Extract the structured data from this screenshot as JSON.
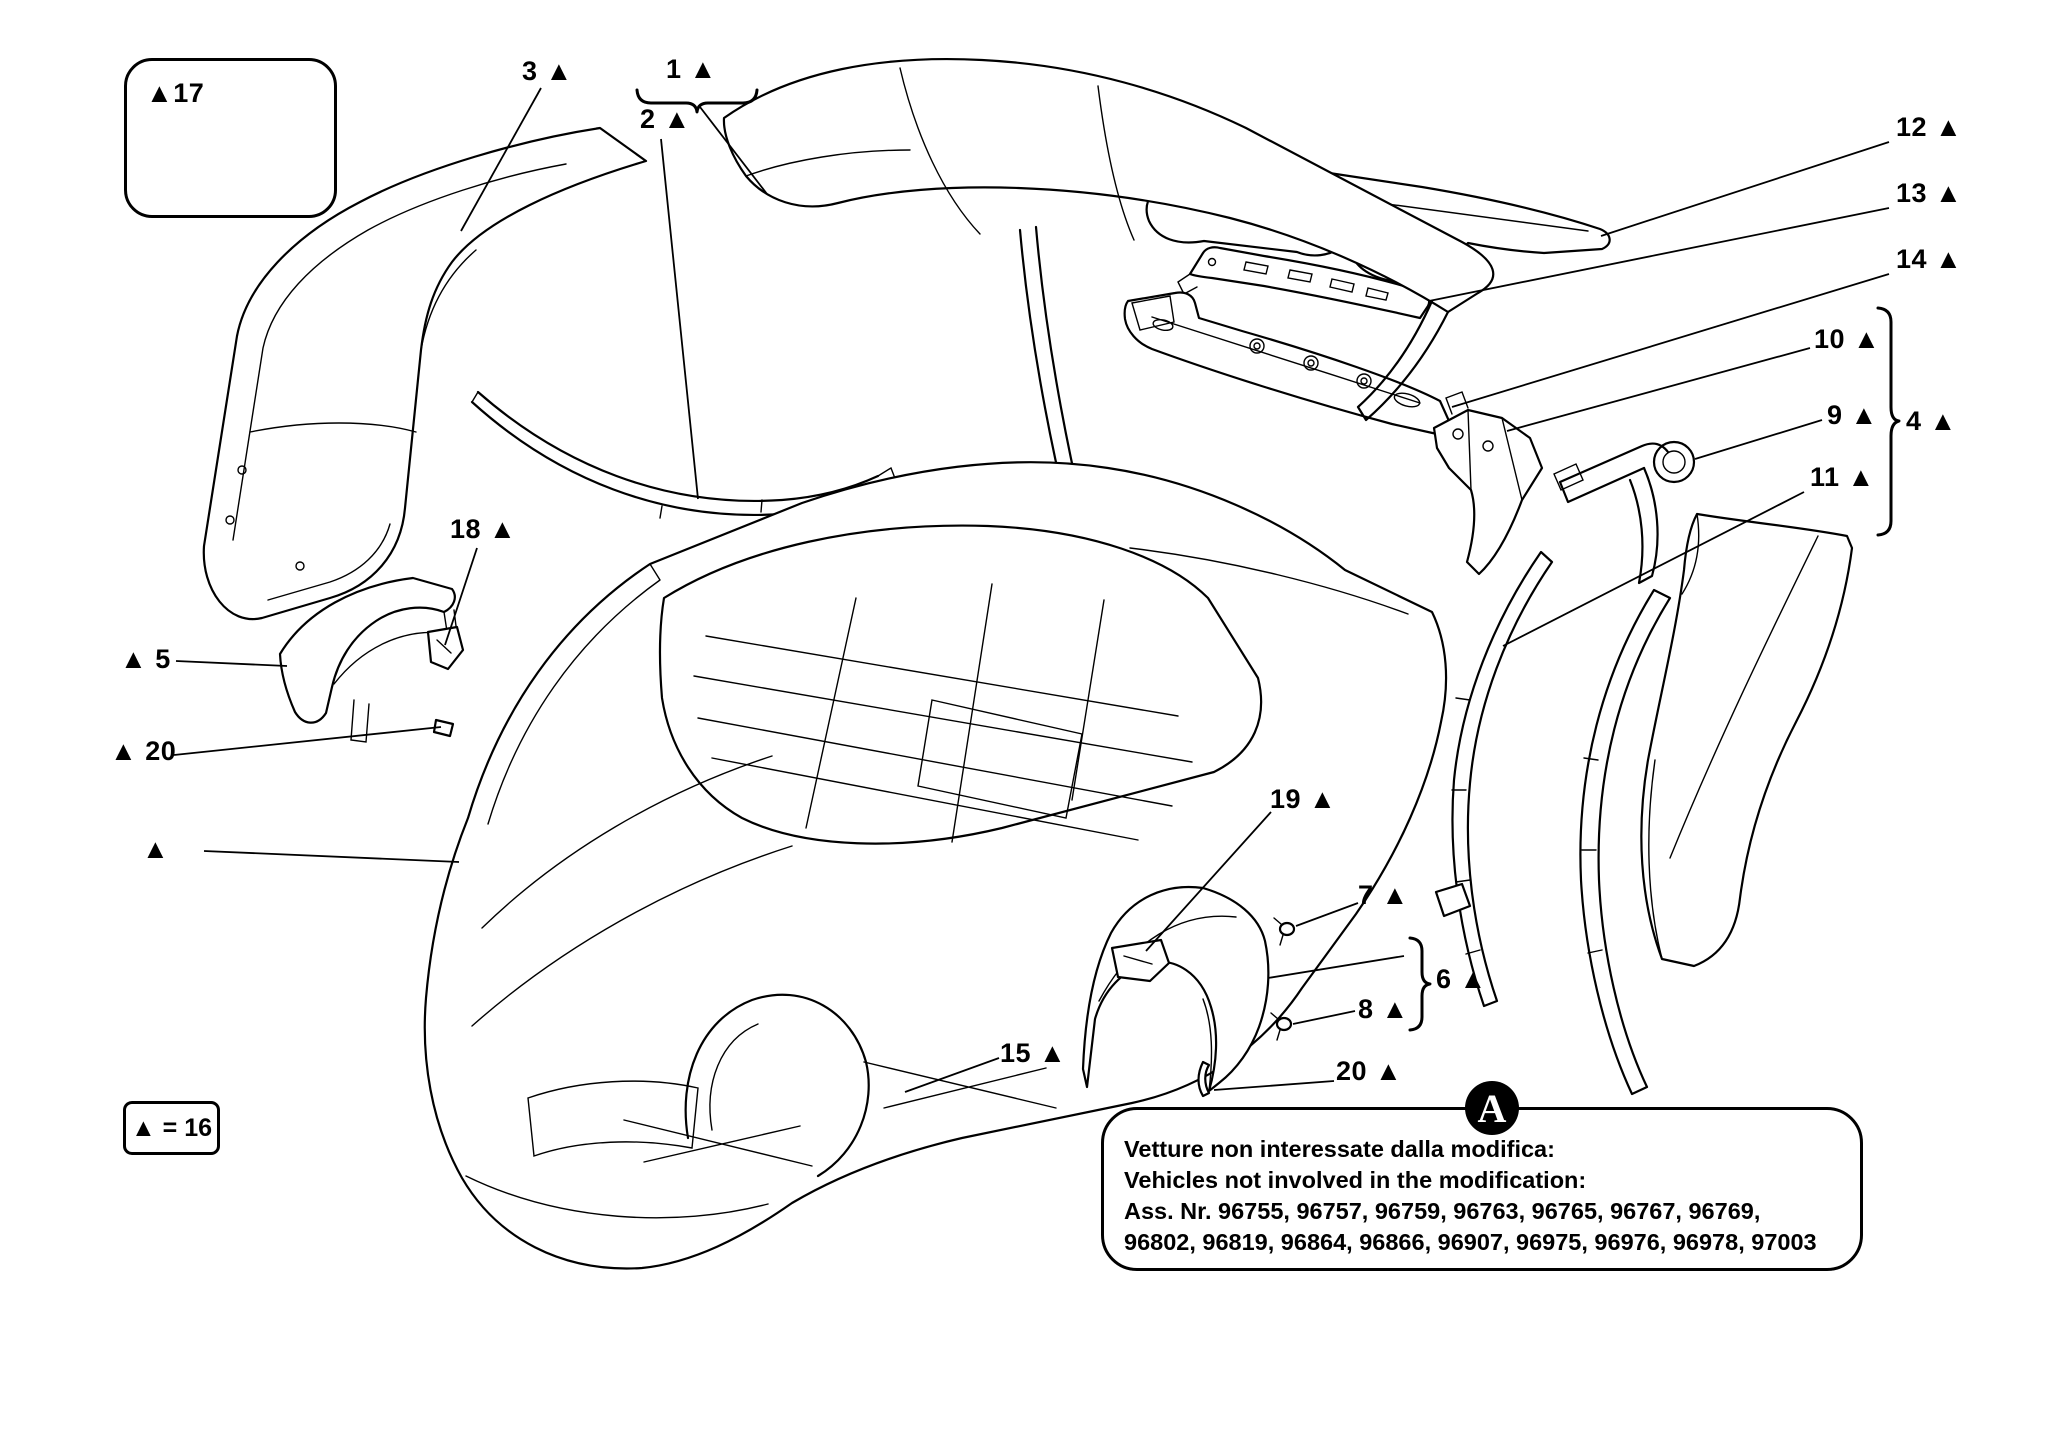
{
  "diagram": {
    "type": "exploded-parts-diagram",
    "subject": "bodywork - body shell and external trim",
    "marker_glyph": "▲",
    "inset": {
      "label": "▲17"
    },
    "legend": {
      "text": "▲ = 16"
    },
    "note_box": {
      "badge": "A",
      "lines": [
        "Vetture non interessate dalla modifica:",
        "Vehicles not involved in the modification:",
        "Ass. Nr. 96755, 96757, 96759, 96763, 96765, 96767, 96769,",
        "96802, 96819, 96864, 96866, 96907, 96975, 96976, 96978, 97003"
      ]
    },
    "callouts": [
      {
        "id": "17",
        "label": "▲17"
      },
      {
        "id": "3",
        "label": "3 ▲"
      },
      {
        "id": "1",
        "label": "1 ▲"
      },
      {
        "id": "2",
        "label": "2 ▲"
      },
      {
        "id": "12",
        "label": "12 ▲"
      },
      {
        "id": "13",
        "label": "13 ▲"
      },
      {
        "id": "14",
        "label": "14 ▲"
      },
      {
        "id": "10",
        "label": "10 ▲"
      },
      {
        "id": "9",
        "label": "9 ▲"
      },
      {
        "id": "4",
        "label": "4 ▲"
      },
      {
        "id": "11",
        "label": "11 ▲"
      },
      {
        "id": "18",
        "label": "18 ▲"
      },
      {
        "id": "5",
        "label": "▲ 5"
      },
      {
        "id": "20-left",
        "label": "▲ 20"
      },
      {
        "id": "16-marker",
        "label": "▲"
      },
      {
        "id": "19",
        "label": "19 ▲"
      },
      {
        "id": "7",
        "label": "7 ▲"
      },
      {
        "id": "6",
        "label": "6 ▲"
      },
      {
        "id": "8",
        "label": "8 ▲"
      },
      {
        "id": "15",
        "label": "15 ▲"
      },
      {
        "id": "20-bottom",
        "label": "20 ▲"
      }
    ]
  }
}
